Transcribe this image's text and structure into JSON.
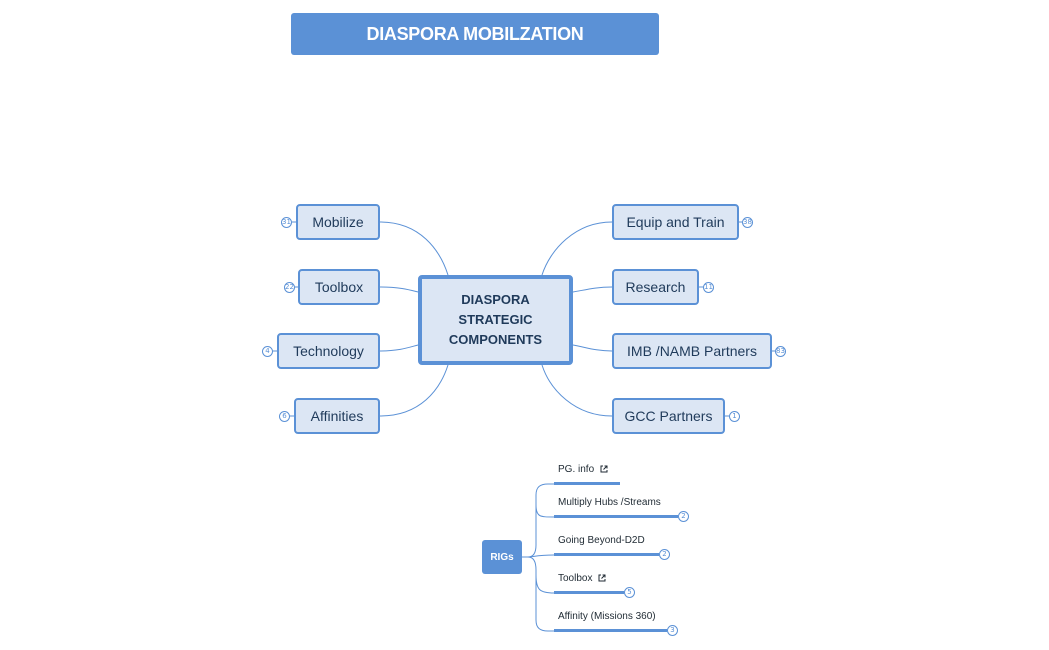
{
  "title": "DIASPORA MOBILZATION",
  "center": {
    "lines": [
      "DIASPORA",
      "STRATEGIC",
      "COMPONENTS"
    ]
  },
  "left_nodes": [
    {
      "label": "Mobilize",
      "count": "31"
    },
    {
      "label": "Toolbox",
      "count": "22"
    },
    {
      "label": "Technology",
      "count": "4"
    },
    {
      "label": "Affinities",
      "count": "6"
    }
  ],
  "right_nodes": [
    {
      "label": "Equip and Train",
      "count": "38"
    },
    {
      "label": "Research",
      "count": "11"
    },
    {
      "label": "IMB /NAMB Partners",
      "count": "83"
    },
    {
      "label": "GCC Partners",
      "count": "1"
    }
  ],
  "rigs": {
    "label": "RIGs",
    "items": [
      {
        "label": "PG. info",
        "icon": "external-link-icon"
      },
      {
        "label": "Multiply Hubs /Streams",
        "count": "2"
      },
      {
        "label": "Going Beyond-D2D",
        "count": "2"
      },
      {
        "label": "Toolbox",
        "icon": "external-link-icon",
        "count": "5"
      },
      {
        "label": "Affinity (Missions 360)",
        "count": "3"
      }
    ]
  },
  "colors": {
    "accent": "#5b91d6",
    "node_fill": "#dce6f4",
    "text": "#1f3a5a"
  }
}
